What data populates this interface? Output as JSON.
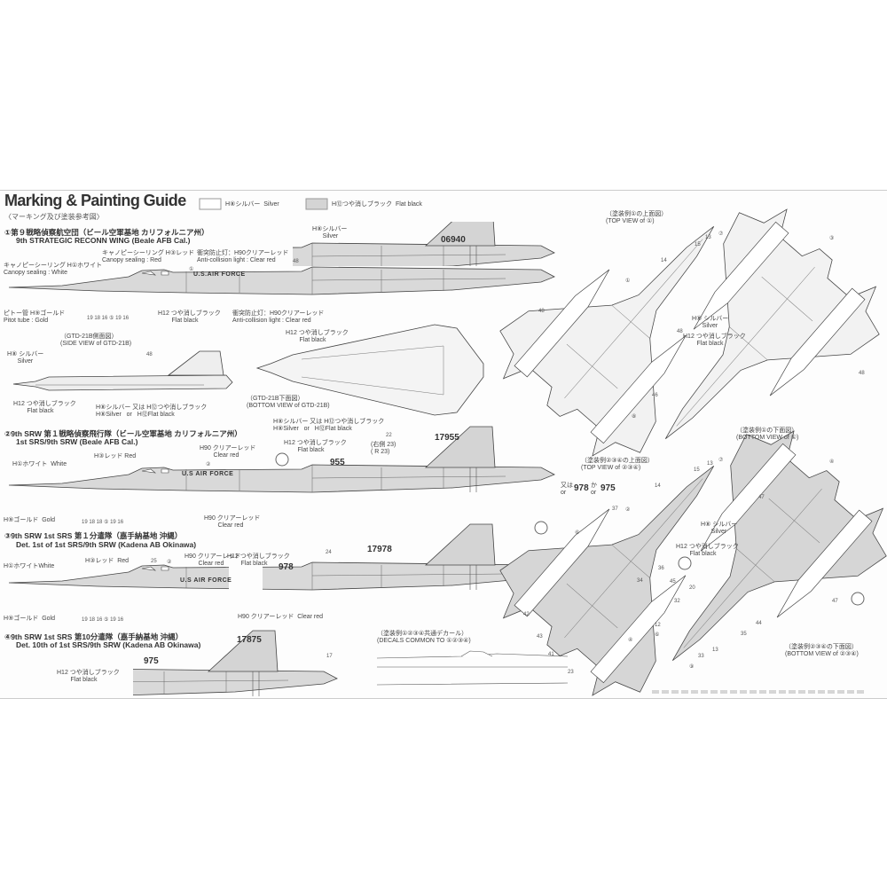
{
  "header": {
    "title": "Marking & Painting Guide",
    "subtitle": "〈マーキング及び塗装参考図〉"
  },
  "legend": {
    "silver": "H⑧シルバー  Silver",
    "black": "H⑫つや消しブラック  Flat black",
    "colors": {
      "silver": "#ffffff",
      "black": "#d4d4d4"
    }
  },
  "s1": {
    "jp": "①第９戦略偵察航空団（ビール空軍基地 カリフォルニア州）",
    "en": "9th STRATEGIC RECONN WING (Beale AFB Cal.)",
    "canopy_white": "キャノピーシーリング H①ホワイト\nCanopy sealing : White",
    "canopy_red": "キャノピーシーリング H③レッド\nCanopy sealing : Red",
    "anticol_top": "衝突防止灯：H90クリアーレッド\nAnti-collision light : Clear red",
    "n48": "48",
    "n1": "①",
    "silver": "H⑧シルバー\n      Silver",
    "usaf": "U.S.AIR FORCE",
    "serial": "06940",
    "pitot": "ピトー管 H⑨ゴールド\nPitot tube : Gold",
    "nums": "19 18 16  ⑤  19  16",
    "black": "H12 つや消しブラック\n        Flat black",
    "anticol_bot": "衝突防止灯：H90クリアーレッド\nAnti-collision light : Clear red",
    "black2": "H12 つや消しブラック\n        Flat black"
  },
  "gtd": {
    "side_title": "（GTD-21B側面図）\n(SIDE VIEW of GTD-21B)",
    "silver": "H⑧ シルバー\n      Silver",
    "n48": "48",
    "black": "H12 つや消しブラック\n        Flat black",
    "either": "H⑧シルバー 又は H⑫つや消しブラック\nH⑧Silver   or   H⑫Flat black",
    "bottom_title": "（GTD-21B下面図）\n(BOTTOM VIEW of GTD-21B)",
    "either2": "H⑧シルバー 又は H⑫つや消しブラック\nH⑧Silver   or   H⑫Flat black"
  },
  "s2": {
    "jp": "②9th SRW 第１戦略偵察飛行隊（ビール空軍基地 カリフォルニア州）",
    "en": "1st SRS/9th SRW (Beale AFB Cal.)",
    "red": "H③レッド Red",
    "white": "H①ホワイト  White",
    "clear_top": "H90 クリアーレッド\n        Clear red",
    "n2": "②",
    "black": "H12 つや消しブラック\n        Flat black",
    "n22": "22",
    "r23": "(右側 23)\n( R 23)",
    "serial": "17955",
    "code": "955",
    "usaf": "U.S AIR FORCE",
    "gold": "H⑨ゴールド  Gold",
    "nums": "19 18 18  ⑤  19  16",
    "clear_bot": "H90 クリアーレッド\n        Clear red"
  },
  "s3": {
    "jp": "③9th SRW 1st SRS 第１分遣隊（嘉手納基地 沖縄）",
    "en": "Det. 1st of 1st SRS/9th SRW (Kadena AB Okinawa)",
    "white": "H①ホワイトWhite",
    "red": "H③レッド  Red",
    "n25": "25",
    "n2": "②",
    "clear_top": "H90 クリアーレッド\n        Clear red",
    "black": "H12 つや消しブラック\n        Flat black",
    "code": "978",
    "n24": "24",
    "serial": "17978",
    "usaf": "U.S AIR FORCE",
    "gold": "H⑨ゴールド  Gold",
    "nums": "19 18 16  ⑤  19  16",
    "clear_bot": "H90 クリアーレッド  Clear red"
  },
  "s4": {
    "jp": "④9th SRW 1st SRS 第10分遣隊（嘉手納基地 沖縄）",
    "en": "Det. 10th of 1st SRS/9th SRW (Kadena AB Okinawa)",
    "serial": "17875",
    "n17": "17",
    "code": "975",
    "black": "H12 つや消しブラック\n        Flat black"
  },
  "decals": {
    "title": "（塗装例①②③④共通デカール）\n(DECALS COMMON TO ①②③④)"
  },
  "views": {
    "top1": "（塗装例①の上面図）\n(TOP VIEW of ①)",
    "bottom1": "（塗装例①の下面図）\n(BOTTOM VIEW of ①)",
    "silver1": "H⑧ シルバー\n      Silver",
    "black1": "H12 つや消しブラック\n        Flat black",
    "top234": "（塗装例②③④の上面図）\n(TOP VIEW of ②③④)",
    "or_a": "又は\nor",
    "n978": "978",
    "or_b": "か\nor",
    "n975": "975",
    "silver2": "H⑧ シルバー\n      Silver",
    "black2": "H12 つや消しブラック\n        Flat black",
    "bottom234": "（塗装例②③④の下面図）\n(BOTTOM VIEW of ②③④)",
    "nums1": [
      "⑦",
      "13",
      "15",
      "14",
      "①",
      "48",
      "48",
      "46",
      "⑧",
      "③",
      "48"
    ],
    "nums2": [
      "⑦",
      "13",
      "15",
      "14",
      "37",
      "②",
      "⑥",
      "45",
      "42",
      "43",
      "41",
      "23",
      "④",
      "47",
      "47",
      "34",
      "36",
      "20",
      "32",
      "12",
      "⑥",
      "⑨",
      "33",
      "13",
      "35",
      "44",
      "④"
    ]
  }
}
